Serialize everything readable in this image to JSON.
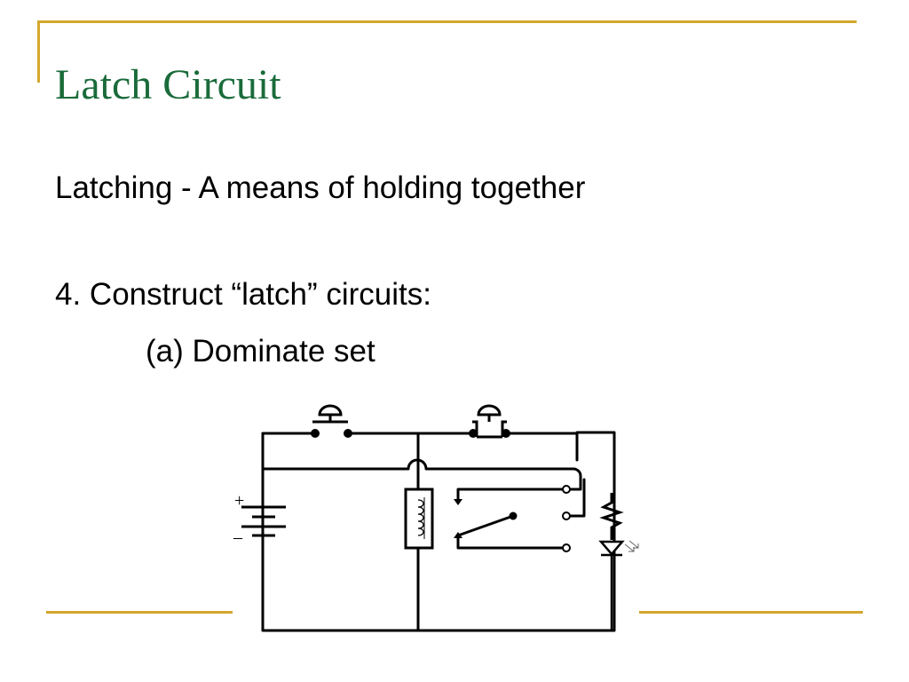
{
  "slide": {
    "title": "Latch Circuit",
    "definition": "Latching - A means of holding together",
    "step": "4. Construct “latch” circuits:",
    "substep": "(a) Dominate set"
  },
  "diagram": {
    "battery_plus": "+",
    "battery_minus": "–"
  },
  "colors": {
    "title": "#1a6b3a",
    "accent": "#d4a72c",
    "text": "#000000"
  }
}
